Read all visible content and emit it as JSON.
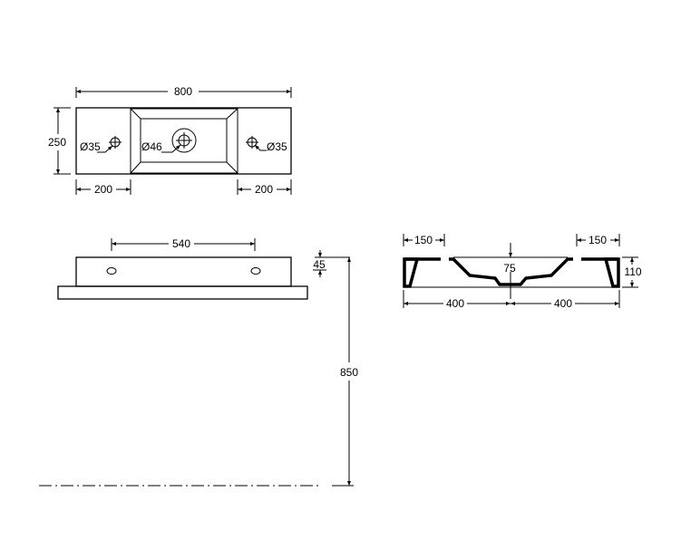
{
  "top_view": {
    "width_label": "800",
    "depth_label": "250",
    "left_offset_label": "200",
    "right_offset_label": "200",
    "left_hole_label": "Ø35",
    "drain_label": "Ø46",
    "right_hole_label": "Ø35"
  },
  "front_view": {
    "hole_spacing_label": "540",
    "thickness_label": "45",
    "mount_height_label": "850"
  },
  "section_view": {
    "left_rim_label": "150",
    "right_rim_label": "150",
    "bowl_depth_label": "75",
    "height_label": "110",
    "left_half_label": "400",
    "right_half_label": "400"
  }
}
